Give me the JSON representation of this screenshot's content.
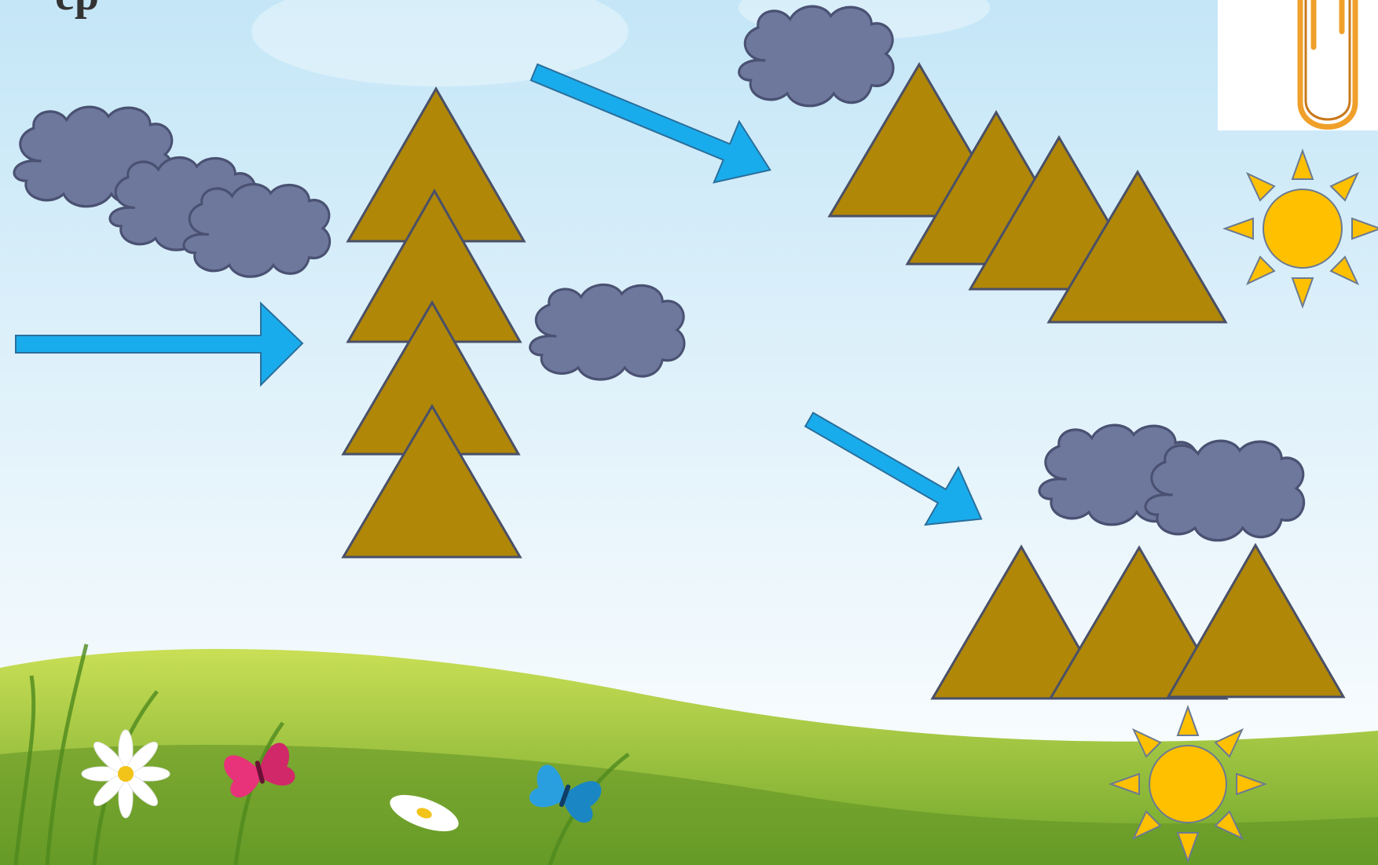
{
  "slide": {
    "corner_text": "ep"
  },
  "colors": {
    "sky_top": "#c4e6f7",
    "sky_bottom": "#ffffff",
    "grass_light": "#c9df56",
    "grass_dark": "#6fa52a",
    "triangle_fill": "#b08707",
    "triangle_stroke": "#4a5068",
    "cloud_fill": "#6e789d",
    "cloud_stroke": "#4a5172",
    "arrow_fill": "#19acec",
    "arrow_stroke": "#2a6f9c",
    "sun_fill": "#ffc000",
    "sun_stroke": "#6b7a92",
    "clip_color": "#f0a02a",
    "butterfly_pink": "#e8327a",
    "butterfly_blue": "#2a9fe0"
  },
  "groups": [
    {
      "id": "stack-of-four",
      "triangles": 4,
      "clouds": 4,
      "suns": 0
    },
    {
      "id": "row-of-four",
      "triangles": 4,
      "clouds": 1,
      "suns": 1
    },
    {
      "id": "row-of-three",
      "triangles": 3,
      "clouds": 2,
      "suns": 1
    }
  ],
  "icons": [
    "arrow-icon",
    "cloud-icon",
    "triangle-icon",
    "sun-icon",
    "paperclip-icon",
    "butterfly-icon",
    "daisy-icon"
  ]
}
